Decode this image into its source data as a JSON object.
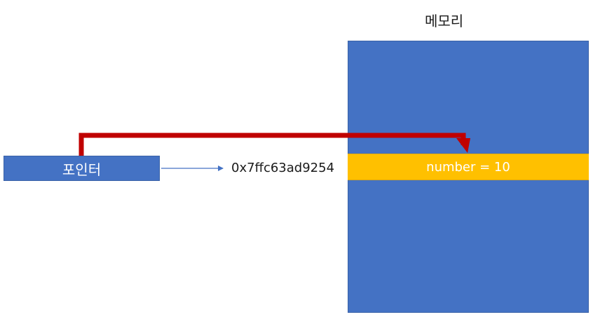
{
  "memory": {
    "title": "메모리",
    "cell_label": "number = 10"
  },
  "pointer": {
    "label": "포인터",
    "address": "0x7ffc63ad9254"
  },
  "colors": {
    "block_blue": "#4472c4",
    "cell_yellow": "#ffc000",
    "pointer_arrow_red": "#c00000",
    "address_arrow_blue": "#4472c4"
  }
}
